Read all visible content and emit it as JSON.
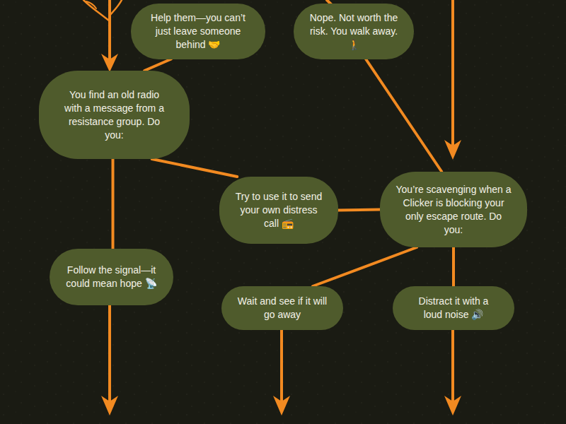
{
  "diagram": {
    "nodes": [
      {
        "text": [
          "Help them—you can’t just leave someone behind 🤝"
        ]
      },
      {
        "text": [
          "Nope. Not worth the risk. You walk away. 🚶"
        ]
      },
      {
        "text": [
          "You find an old radio with a message from a resistance group. Do you:"
        ]
      },
      {
        "text": [
          "Try to use it to send your own distress call 📻"
        ]
      },
      {
        "text": [
          "You’re scavenging when a Clicker is blocking your only escape route. Do you:"
        ]
      },
      {
        "text": [
          "Follow the signal—it could mean hope 📡"
        ]
      },
      {
        "text": [
          "Wait and see if it will go away"
        ]
      },
      {
        "text": [
          "Distract it with a loud noise 🔊"
        ]
      }
    ],
    "edges": [
      {
        "from": 0,
        "to": 2,
        "arrow": "none"
      },
      {
        "from": 1,
        "to": 4,
        "arrow": "none"
      },
      {
        "from": 2,
        "to": 3,
        "arrow": "none"
      },
      {
        "from": 2,
        "to": 5,
        "arrow": "none"
      },
      {
        "from": 3,
        "to": 4,
        "arrow": "none"
      },
      {
        "from": 4,
        "to": 6,
        "arrow": "none"
      },
      {
        "from": 4,
        "to": 7,
        "arrow": "none"
      }
    ]
  }
}
